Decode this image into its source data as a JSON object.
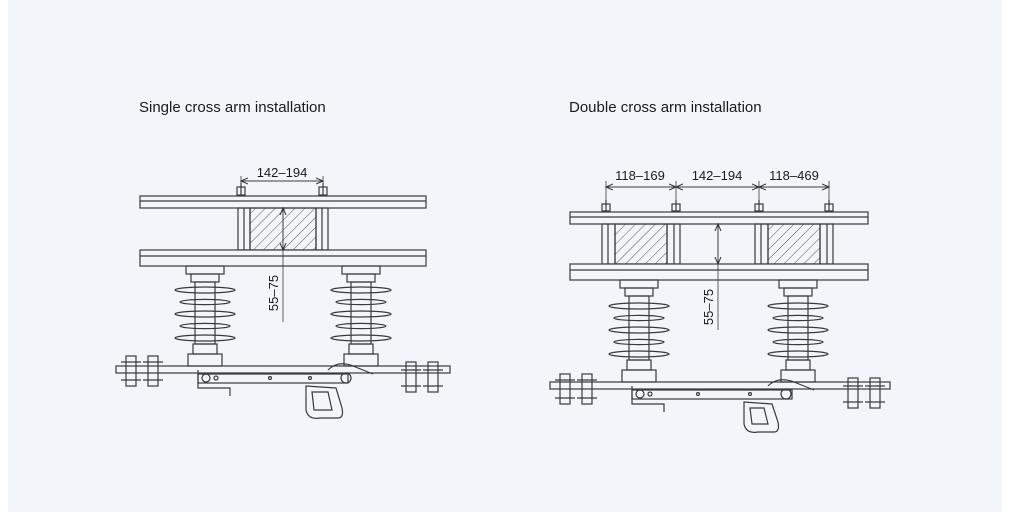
{
  "titles": {
    "single": "Single cross arm installation",
    "double": "Double cross arm installation"
  },
  "dimensions": {
    "single_span": "142–194",
    "single_gap": "55–75",
    "double_left": "118–169",
    "double_mid": "142–194",
    "double_right": "118–469",
    "double_gap": "55–75"
  },
  "colors": {
    "background": "#f2f6fa",
    "line": "#3a3a3a"
  }
}
